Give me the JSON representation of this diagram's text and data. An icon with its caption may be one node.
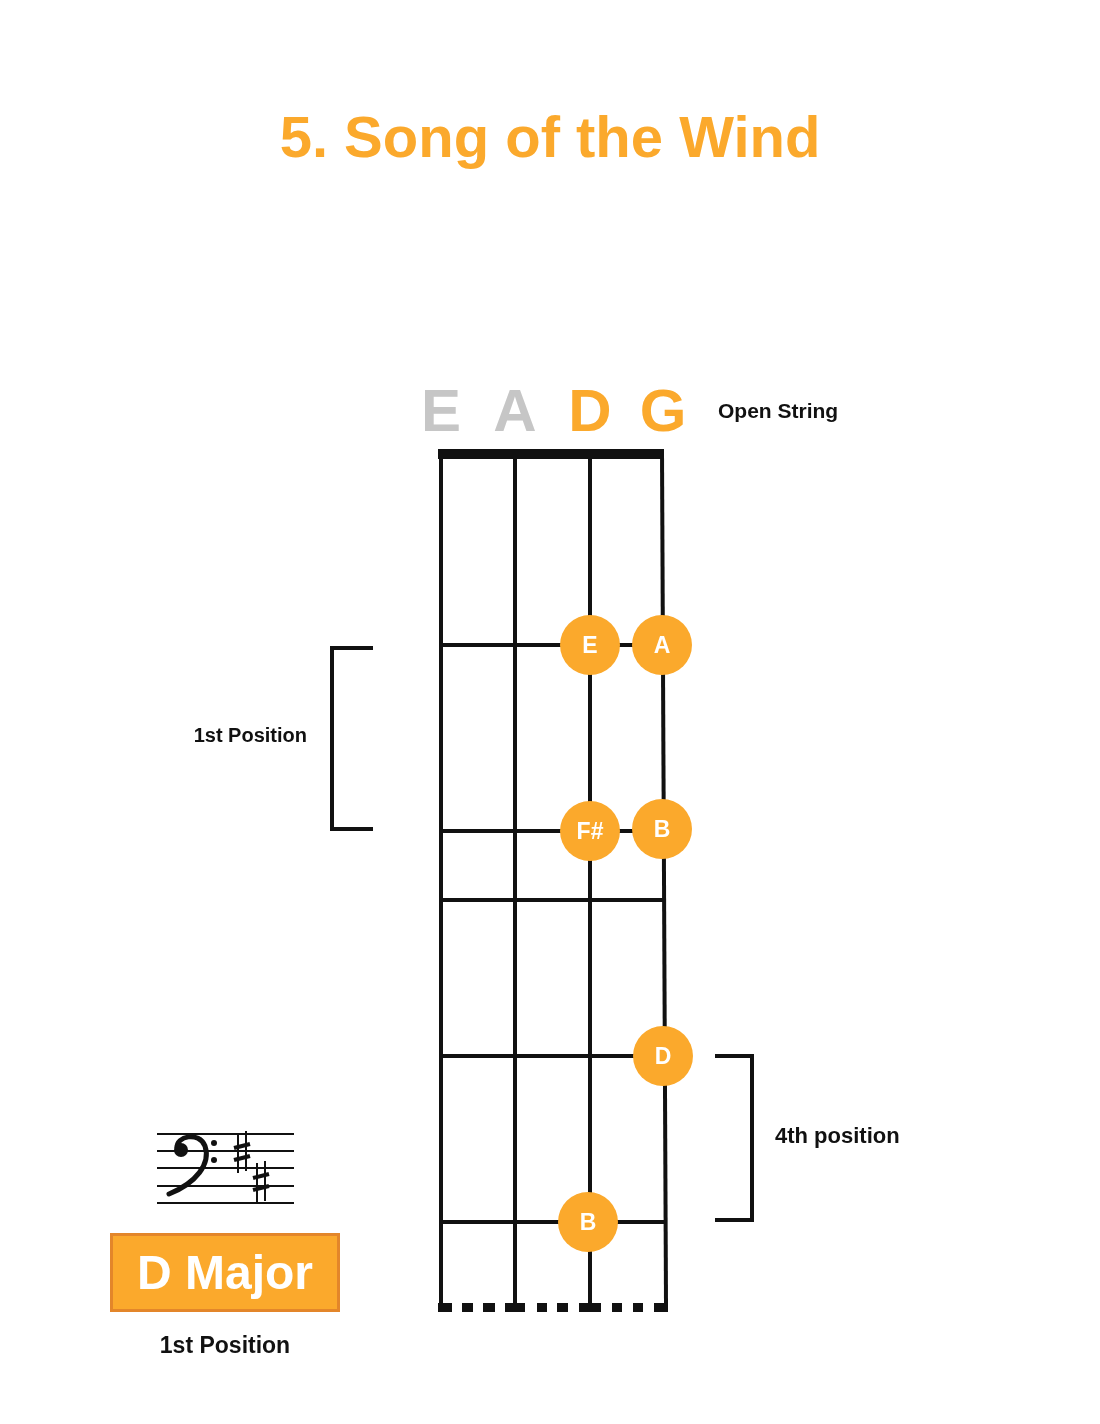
{
  "diagram": {
    "title": "5. Song of the Wind",
    "nodes": [
      {
        "text": [
          "E"
        ]
      },
      {
        "text": [
          "A"
        ]
      },
      {
        "text": [
          "F#"
        ]
      },
      {
        "text": [
          "B"
        ]
      },
      {
        "text": [
          "D"
        ]
      },
      {
        "text": [
          "B"
        ]
      },
      {
        "text": [
          "D Major"
        ],
        "beside": [
          "1st Position"
        ]
      }
    ],
    "labels": [
      "E",
      "A",
      "D",
      "G",
      "Open String",
      "1st Position",
      "4th position"
    ]
  }
}
